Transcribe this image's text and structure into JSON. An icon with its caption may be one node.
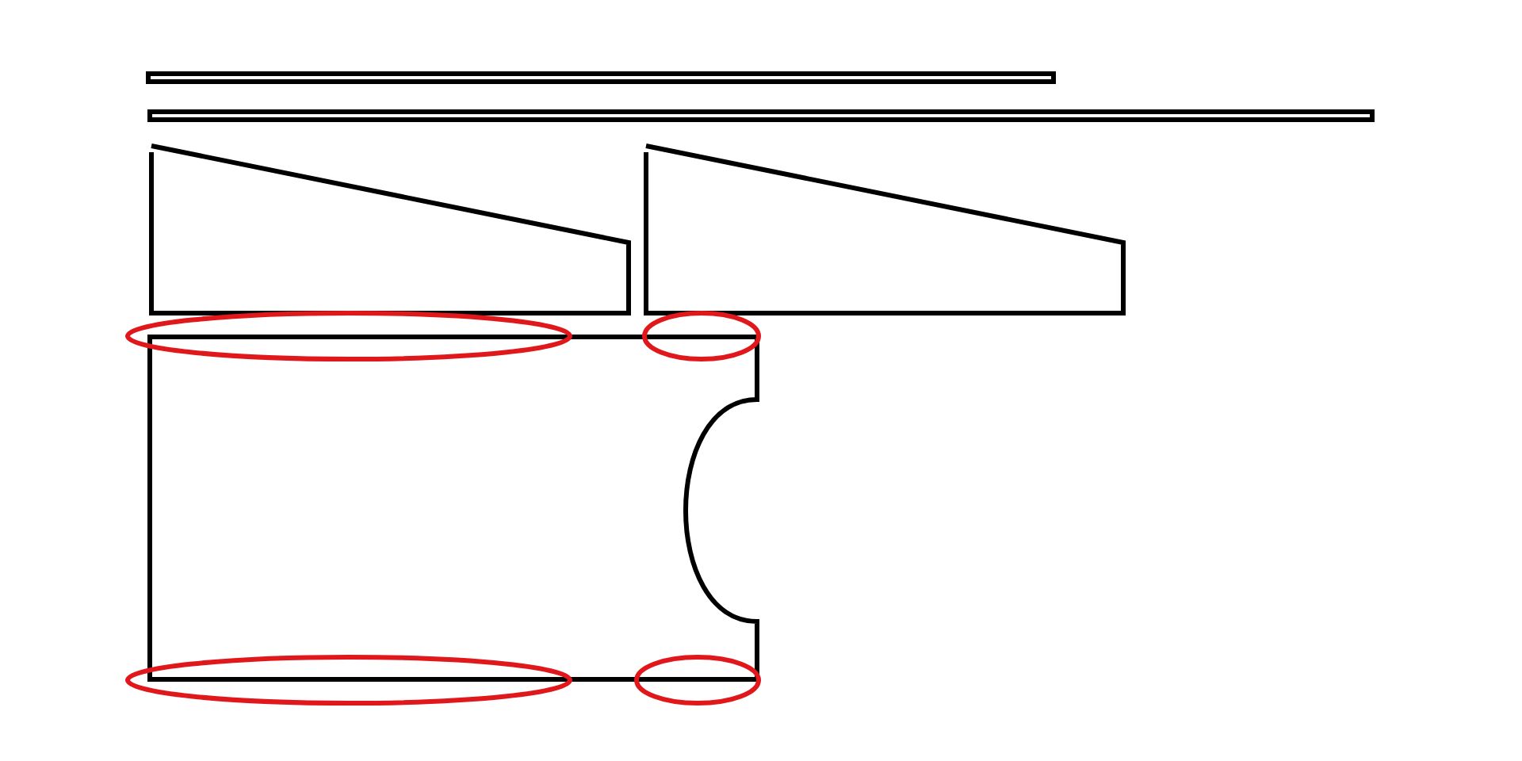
{
  "diagram": {
    "nodes": [
      {
        "text": [],
        "shape": "bar"
      },
      {
        "text": [],
        "shape": "bar"
      },
      {
        "text": [],
        "shape": "wedge"
      },
      {
        "text": [],
        "shape": "wedge"
      },
      {
        "text": [],
        "shape": "box"
      },
      {
        "text": [],
        "shape": "ellipse"
      },
      {
        "text": [],
        "shape": "ellipse"
      },
      {
        "text": [],
        "shape": "ellipse"
      },
      {
        "text": [],
        "shape": "ellipse"
      }
    ]
  }
}
